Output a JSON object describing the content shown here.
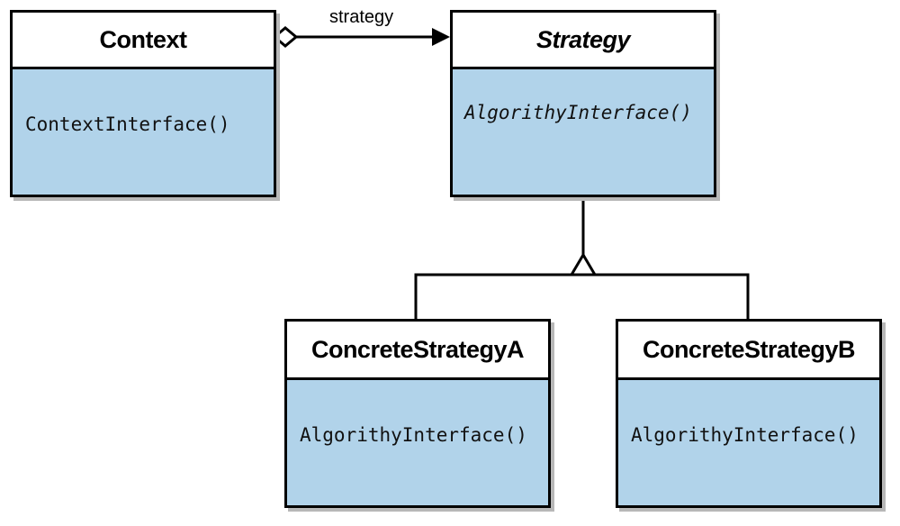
{
  "classes": {
    "context": {
      "name": "Context",
      "method": "ContextInterface()"
    },
    "strategy": {
      "name": "Strategy",
      "method": "AlgorithyInterface()"
    },
    "concrete_a": {
      "name": "ConcreteStrategyA",
      "method": "AlgorithyInterface()"
    },
    "concrete_b": {
      "name": "ConcreteStrategyB",
      "method": "AlgorithyInterface()"
    }
  },
  "relations": {
    "aggregation": {
      "label": "strategy",
      "from": "Context",
      "to": "Strategy",
      "type": "aggregation"
    },
    "inheritance": {
      "from": [
        "ConcreteStrategyA",
        "ConcreteStrategyB"
      ],
      "to": "Strategy",
      "type": "generalization"
    }
  },
  "colors": {
    "box_fill": "#b1d3ea",
    "header_fill": "#ffffff",
    "border": "#000000",
    "shadow": "#b8b8b8"
  }
}
